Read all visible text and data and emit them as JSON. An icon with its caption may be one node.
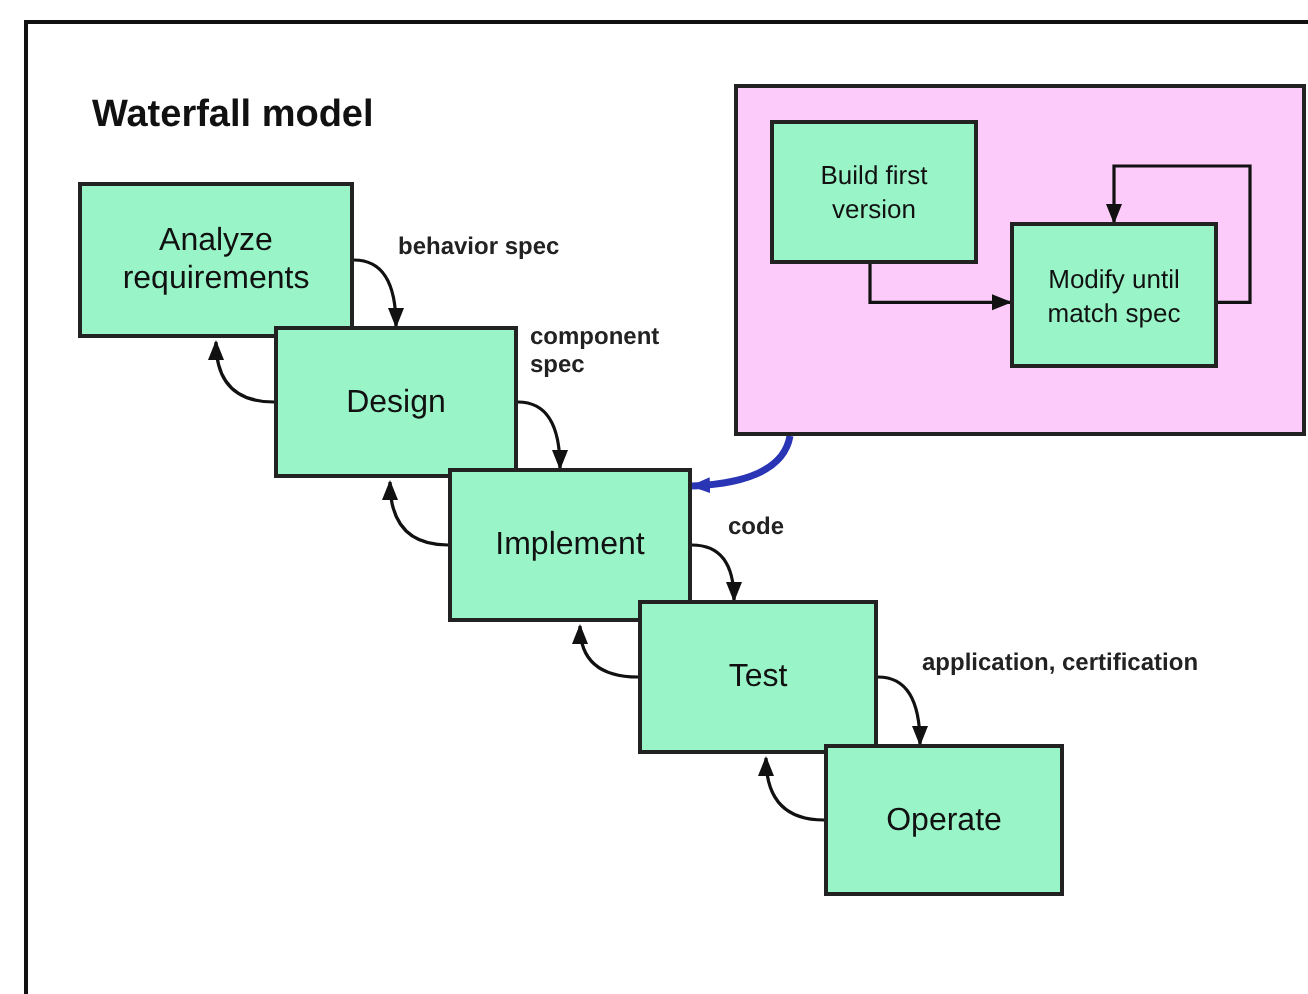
{
  "diagram": {
    "title": "Waterfall model",
    "nodes": [
      {
        "text": [
          "Analyze requirements"
        ]
      },
      {
        "text": [
          "Design"
        ]
      },
      {
        "text": [
          "Implement"
        ]
      },
      {
        "text": [
          "Test"
        ]
      },
      {
        "text": [
          "Operate"
        ]
      },
      {
        "text": [],
        "shape": "box"
      },
      {
        "text": [
          "Build first version"
        ],
        "in": 5
      },
      {
        "text": [
          "Modify until match spec"
        ],
        "in": 5
      }
    ],
    "edges": [
      {
        "from": 0,
        "to": 1,
        "arrow": "to",
        "label": "behavior spec"
      },
      {
        "from": 1,
        "to": 2,
        "arrow": "to",
        "label": "component spec"
      },
      {
        "from": 2,
        "to": 3,
        "arrow": "to",
        "label": "code"
      },
      {
        "from": 3,
        "to": 4,
        "arrow": "to",
        "label": "application, certification"
      },
      {
        "from": 1,
        "to": 0,
        "arrow": "to"
      },
      {
        "from": 2,
        "to": 1,
        "arrow": "to"
      },
      {
        "from": 3,
        "to": 2,
        "arrow": "to"
      },
      {
        "from": 4,
        "to": 3,
        "arrow": "to"
      },
      {
        "from": 6,
        "to": 7,
        "arrow": "to"
      },
      {
        "from": 7,
        "to": 7,
        "arrow": "to"
      },
      {
        "from": 5,
        "to": 2,
        "arrow": "to",
        "style": "thick",
        "color": "#2a35b5"
      }
    ]
  }
}
